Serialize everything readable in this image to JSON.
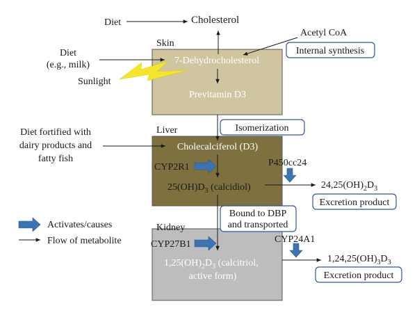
{
  "colors": {
    "skin_fill": "#cfc5a0",
    "liver_fill": "#7f7040",
    "kidney_fill": "#bdbdbd",
    "activator_arrow": "#3d72b3",
    "sunlight": "#f3e62b",
    "callout_border": "#2f55a0",
    "dark_text": "#1a1a1a",
    "light_text": "#ffffff"
  },
  "labels": {
    "diet_top": "Diet",
    "cholesterol": "Cholesterol",
    "acetyl_coa": "Acetyl CoA",
    "skin": "Skin",
    "diet_milk_1": "Diet",
    "diet_milk_2": "(e.g., milk)",
    "sunlight": "Sunlight",
    "dehydrocholesterol": "7-Dehydrocholesterol",
    "previtamin": "Previtamin D3",
    "internal_synthesis": "Internal synthesis",
    "isomerization": "Isomerization",
    "liver": "Liver",
    "diet_fortified_1": "Diet fortified with",
    "diet_fortified_2": "dairy products and",
    "diet_fortified_3": "fatty fish",
    "cholecalciferol": "Cholecalciferol (D3)",
    "cyp2r1": "CYP2R1",
    "calcidiol_a": "25(OH)D",
    "calcidiol_sub": "3",
    "calcidiol_b": " (calcidiol)",
    "p450": "P450cc24",
    "dihydroxy24_a": "24,25(OH)",
    "dihydroxy24_sub1": "2",
    "dihydroxy24_b": "D",
    "dihydroxy24_sub2": "3",
    "excretion_1": "Excretion product",
    "bound_1": "Bound to DBP",
    "bound_2": "and transported",
    "kidney": "Kidney",
    "cyp27b1": "CYP27B1",
    "calcitriol_a": "1,25(OH)",
    "calcitriol_sub1": "2",
    "calcitriol_b": "D",
    "calcitriol_sub2": "3",
    "calcitriol_c": " (calcitriol,",
    "active_form": "active form)",
    "cyp24a1": "CYP24A1",
    "trihydroxy_a": "1,24,25(OH)",
    "trihydroxy_sub1": "3",
    "trihydroxy_b": "D",
    "trihydroxy_sub2": "3",
    "excretion_2": "Excretion product",
    "legend_activates": "Activates/causes",
    "legend_flow": "Flow of metabolite"
  }
}
